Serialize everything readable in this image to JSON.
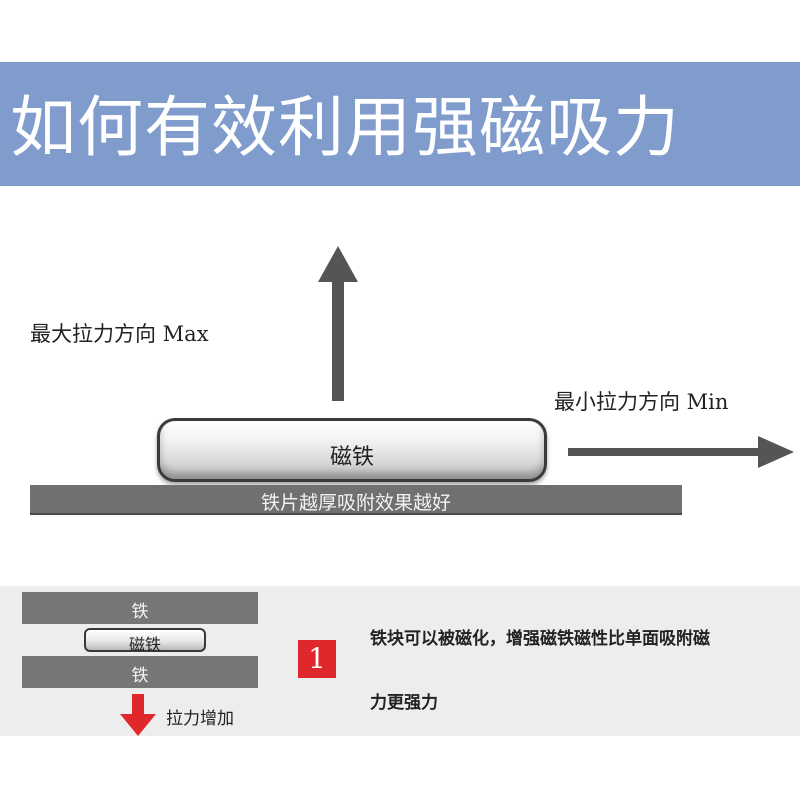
{
  "banner": {
    "title": "如何有效利用强磁吸力",
    "color": "#7f9ccc"
  },
  "diagram": {
    "max_label": "最大拉力方向 Max",
    "min_label": "最小拉力方向 Min",
    "magnet_label": "磁铁",
    "plate_label": "铁片越厚吸附效果越好",
    "arrow_color": "#555555"
  },
  "panel": {
    "iron_top_label": "铁",
    "magnet_label": "磁铁",
    "iron_bottom_label": "铁",
    "pull_label": "拉力增加",
    "badge_number": "1",
    "badge_color": "#e0272b",
    "description_line1": "铁块可以被磁化，增强磁铁磁性比单面吸附磁",
    "description_line2": "力更强力",
    "down_arrow_color": "#e0272b"
  }
}
